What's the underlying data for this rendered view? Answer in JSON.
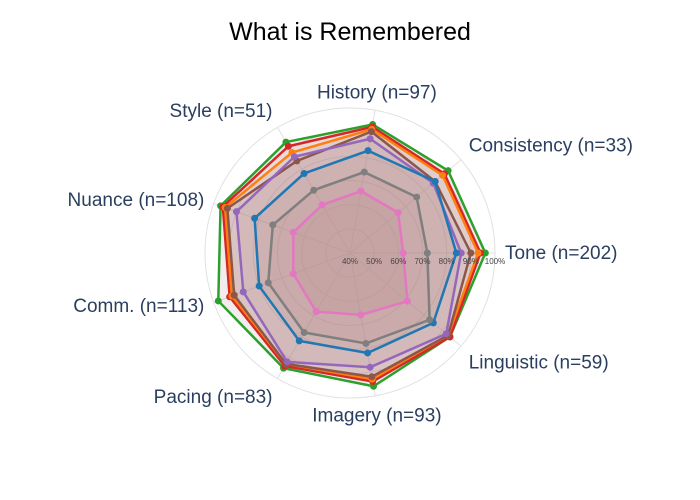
{
  "chart_data": {
    "type": "radar",
    "title": "What is Remembered",
    "axes": [
      "Tone (n=202)",
      "Consistency (n=33)",
      "History (n=97)",
      "Style (n=51)",
      "Nuance (n=108)",
      "Comm. (n=113)",
      "Pacing (n=83)",
      "Imagery (n=93)",
      "Linguistic (n=59)"
    ],
    "radial_range": [
      40,
      100
    ],
    "radial_ticks": [
      "40%",
      "50%",
      "60%",
      "70%",
      "80%",
      "90%",
      "100%"
    ],
    "grid": true,
    "fill_color": "#b68a8a",
    "series": [
      {
        "color": "#2ca02c",
        "values": [
          96,
          93,
          94,
          93,
          97,
          98,
          95,
          96,
          94
        ]
      },
      {
        "color": "#d62728",
        "values": [
          94,
          91,
          93,
          91,
          96,
          93,
          94,
          94,
          94
        ]
      },
      {
        "color": "#ff7f0e",
        "values": [
          93,
          90,
          92,
          88,
          95,
          92,
          93,
          93,
          93
        ]
      },
      {
        "color": "#8c564b",
        "values": [
          90,
          86,
          91,
          84,
          94,
          91,
          93,
          92,
          93
        ]
      },
      {
        "color": "#9467bd",
        "values": [
          86,
          85,
          88,
          86,
          90,
          87,
          92,
          88,
          92
        ]
      },
      {
        "color": "#1f77b4",
        "values": [
          84,
          86,
          83,
          78,
          82,
          80,
          82,
          82,
          85
        ]
      },
      {
        "color": "#7f7f7f",
        "values": [
          72,
          76,
          74,
          70,
          74,
          76,
          78,
          78,
          83
        ]
      },
      {
        "color": "#e377c2",
        "values": [
          62,
          66,
          66,
          63,
          65,
          65,
          68,
          66,
          71
        ]
      }
    ]
  }
}
